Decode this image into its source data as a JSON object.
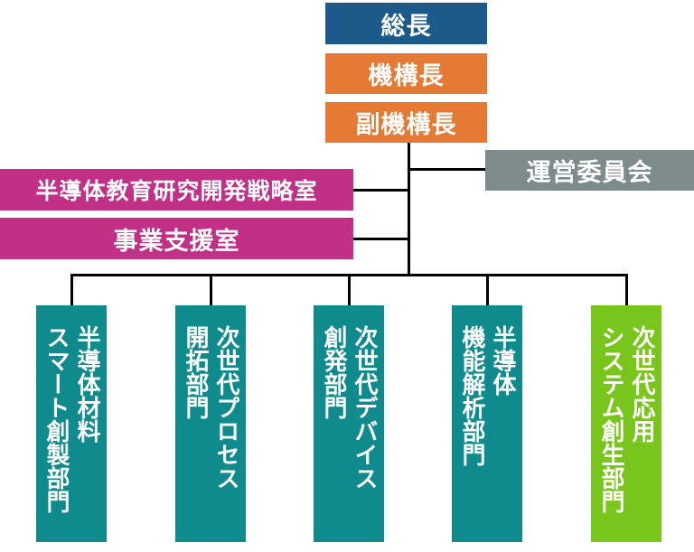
{
  "colors": {
    "president": "#1c5a8c",
    "director": "#e47a33",
    "side_left": "#c12f87",
    "committee": "#7d8b8c",
    "dept": "#0f8a8d",
    "dept_highlight": "#78c61c"
  },
  "top": {
    "president": "総長",
    "director": "機構長",
    "vice_director": "副機構長"
  },
  "side": {
    "committee": "運営委員会",
    "strategy_office": "半導体教育研究開発戦略室",
    "support_office": "事業支援室"
  },
  "departments": [
    "半導体材料\nスマート創製部門",
    "次世代プロセス\n開拓部門",
    "次世代デバイス\n創発部門",
    "半導体\n機能解析部門",
    "次世代応用\nシステム創生部門"
  ]
}
